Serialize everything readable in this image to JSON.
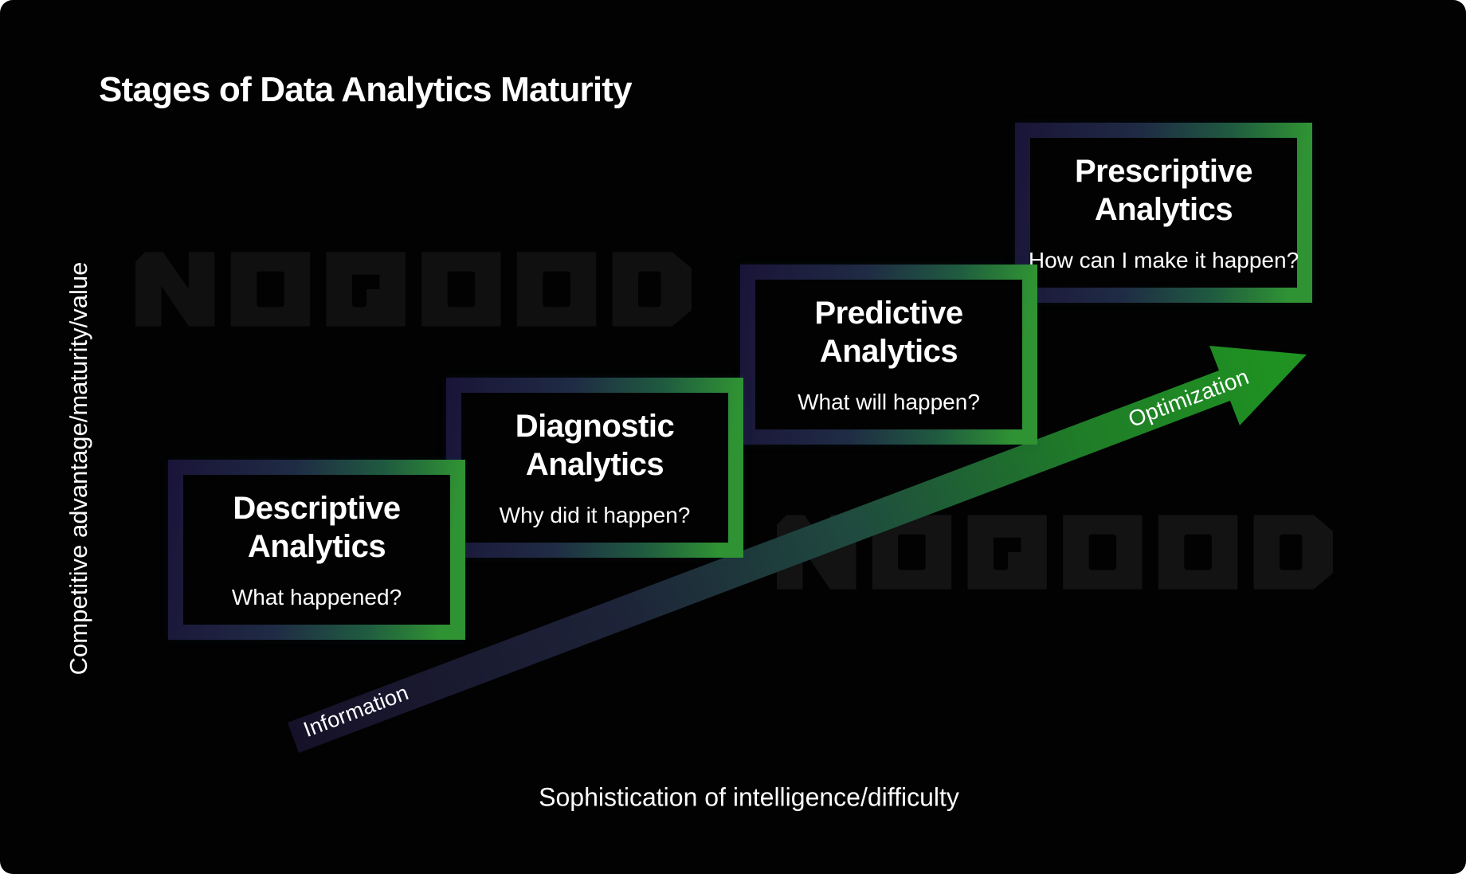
{
  "title": "Stages of Data Analytics Maturity",
  "axes": {
    "y_label": "Competitive advantage/maturity/value",
    "x_label": "Sophistication of intelligence/difficulty"
  },
  "watermark_text": "NOGOOD",
  "arrow": {
    "start_label": "Information",
    "end_label": "Optimization"
  },
  "stages": [
    {
      "title": "Descriptive Analytics",
      "question": "What happened?"
    },
    {
      "title": "Diagnostic Analytics",
      "question": "Why did it happen?"
    },
    {
      "title": "Predictive Analytics",
      "question": "What will happen?"
    },
    {
      "title": "Prescriptive Analytics",
      "question": "How can I make it happen?"
    }
  ],
  "colors": {
    "background": "#020202",
    "text": "#ffffff",
    "border_green": "#2f9233",
    "border_dark_indigo": "#1a1438",
    "arrow_start_dark": "#161129",
    "arrow_end_green": "#1f9421",
    "watermark_gray": "#101010"
  }
}
